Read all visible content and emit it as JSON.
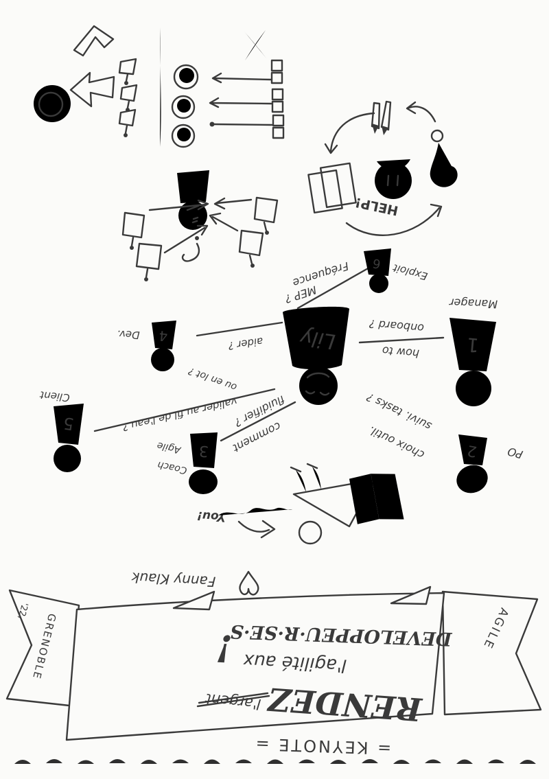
{
  "page": {
    "description": "Hand-drawn agile sketchnote photographed upside down on torn spiral-notebook paper",
    "colors": {
      "ink": "#3a3a3a",
      "paper": "#fbfbf9",
      "dots": "#2f2f2f"
    }
  },
  "banner": {
    "keynote_label": "= KEYNOTE =",
    "title_verb": "RENDEZ",
    "struck_word": "l'argent",
    "title_line2": "l'agilité aux",
    "title_line3": "DEVELOPPEU·R·SE·S",
    "exclamation": "!",
    "ribbon_left_label": "GRENOBLE",
    "ribbon_left_year": "'22,",
    "ribbon_right_label": "AGILE",
    "author": "Fanny Klauk"
  },
  "center_character": {
    "name": "Lily"
  },
  "figures": [
    {
      "num": "1",
      "label": "Manager"
    },
    {
      "num": "2",
      "label": "PO"
    },
    {
      "num": "3",
      "label_line1": "Coach",
      "label_line2": "Agile"
    },
    {
      "num": "4",
      "label": "Dev."
    },
    {
      "num": "5",
      "label": "Client"
    },
    {
      "num": "6",
      "label": "Exploit"
    }
  ],
  "questions": {
    "manager": {
      "part1": "how to",
      "part2": "onboard ?"
    },
    "po": {
      "part1": "choix outil.",
      "part2": "suivi. tasks ?"
    },
    "coach": {
      "part1": "comment",
      "part2": "fluidifier ?"
    },
    "dev": {
      "part1": "aider ?"
    },
    "client": {
      "part1": "valider au fil de l'eau ?",
      "part2": "ou en lot ?"
    },
    "exploit": {
      "part1": "Fréquence",
      "part2": "MEP ?"
    }
  },
  "annotations": {
    "you": "You!",
    "help": "HELP!"
  }
}
